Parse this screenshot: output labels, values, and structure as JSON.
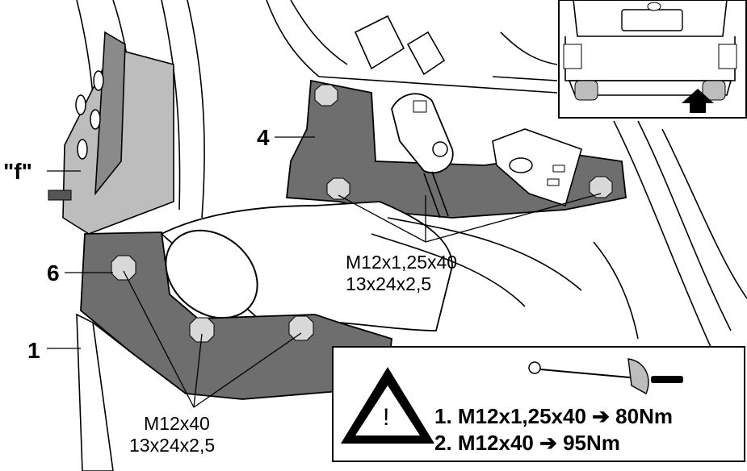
{
  "labels": {
    "part_f": "\"f\"",
    "part_4": "4",
    "part_6": "6",
    "part_1": "1"
  },
  "bolts": {
    "upper": {
      "size": "M12x1,25x40",
      "washer": "13x24x2,5"
    },
    "lower": {
      "size": "M12x40",
      "washer": "13x24x2,5"
    }
  },
  "torque_box": {
    "line1": "1. M12x1,25x40 ➔ 80Nm",
    "line2": "2. M12x40 ➔ 95Nm",
    "warning_symbol": "!"
  },
  "icons": {
    "warning": "warning-triangle-icon",
    "torque_wrench": "torque-wrench-icon",
    "view_arrow": "view-direction-arrow-icon"
  },
  "colors": {
    "line": "#000000",
    "bracket_fill": "#6e6e6e",
    "background": "#ffffff"
  }
}
